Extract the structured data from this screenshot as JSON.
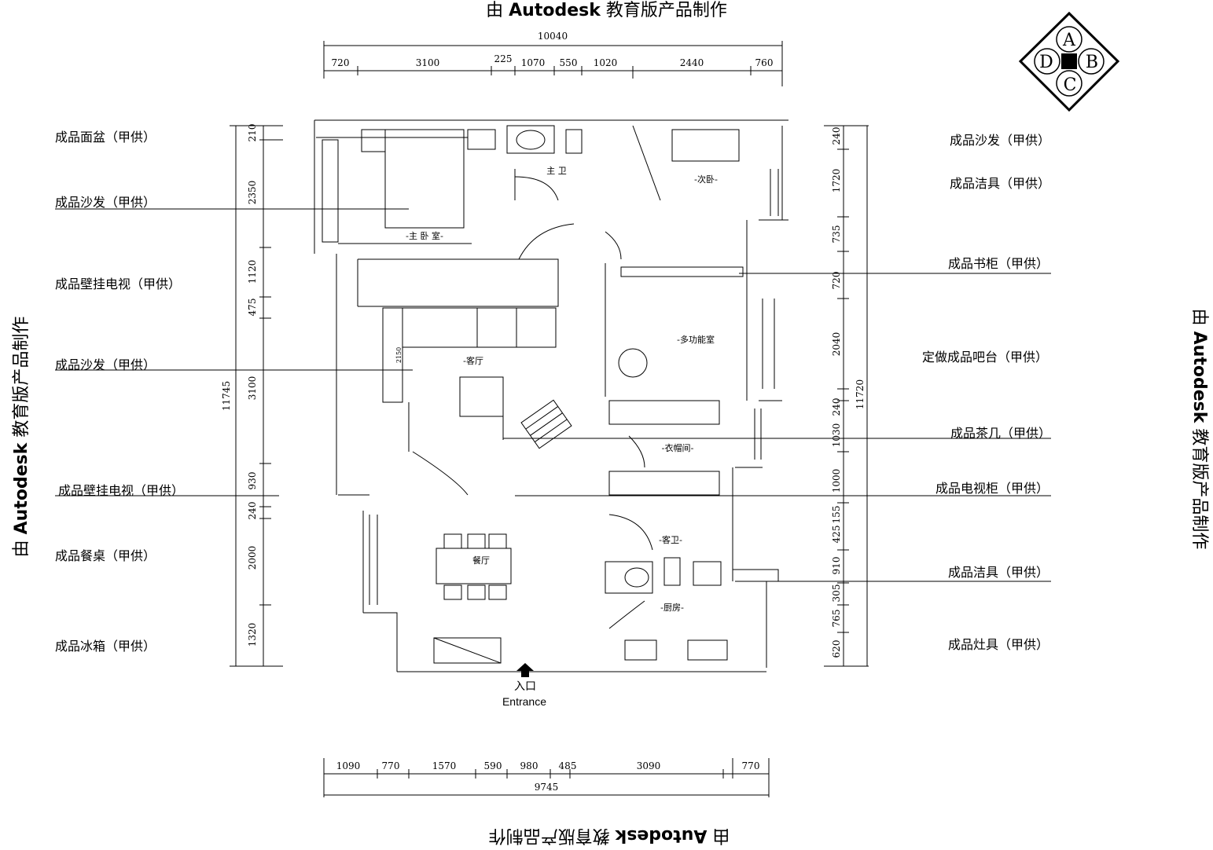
{
  "watermark": {
    "prefix": "由",
    "brand": "Autodesk",
    "suffix": "教育版产品制作"
  },
  "compass": {
    "top": "A",
    "right": "B",
    "bottom": "C",
    "left": "D"
  },
  "dims": {
    "top_total": "10040",
    "top": [
      "720",
      "3100",
      "225",
      "1070",
      "550",
      "1020",
      "2440",
      "760"
    ],
    "bottom": [
      "1090",
      "770",
      "1570",
      "590",
      "980",
      "485",
      "3090",
      "770"
    ],
    "bottom_total": "9745",
    "left_total": "11745",
    "left": [
      "210",
      "2350",
      "1120",
      "475",
      "3100",
      "930",
      "240",
      "2000",
      "1320"
    ],
    "left_inner": "2150",
    "right_total": "11720",
    "right": [
      "240",
      "1720",
      "735",
      "720",
      "2040",
      "240",
      "1030",
      "1000",
      "425",
      "155",
      "910",
      "305",
      "765",
      "620"
    ]
  },
  "left_labels": [
    "成品面盆（甲供）",
    "成品沙发（甲供）",
    "成品壁挂电视（甲供）",
    "成品沙发（甲供）",
    "成品壁挂电视（甲供）",
    "成品餐桌（甲供）",
    "成品冰箱（甲供）"
  ],
  "right_labels": [
    "成品沙发（甲供）",
    "成品洁具（甲供）",
    "成品书柜（甲供）",
    "定做成品吧台（甲供）",
    "成品茶几（甲供）",
    "成品电视柜（甲供）",
    "成品洁具（甲供）",
    "成品灶具（甲供）"
  ],
  "rooms": {
    "master_bath": "主 卫",
    "second_bedroom": "-次卧-",
    "master_bedroom": "-主 卧 室-",
    "multi_room": "-多功能室",
    "living_room": "-客厅",
    "cloakroom": "-衣帽间-",
    "guest_bath": "-客卫-",
    "dining": "餐厅",
    "kitchen": "-厨房-"
  },
  "entrance": {
    "cn": "入口",
    "en": "Entrance"
  }
}
